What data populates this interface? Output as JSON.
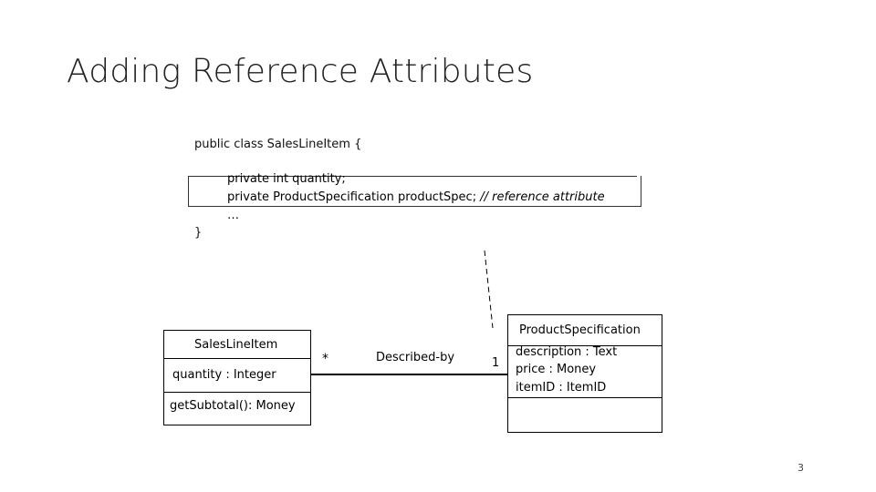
{
  "slide": {
    "title": "Adding Reference Attributes",
    "page_number": "3"
  },
  "code": {
    "class_decl": "public class SalesLineItem {",
    "line1": "private int quantity;",
    "line2_code": "private ProductSpecification productSpec; ",
    "line2_comment": "// reference attribute",
    "line3": "…",
    "closing_brace": "}"
  },
  "uml": {
    "sales_line_item": {
      "name": "SalesLineItem",
      "attribute": "quantity : Integer",
      "operation": "getSubtotal(): Money"
    },
    "product_specification": {
      "name": "ProductSpecification",
      "attributes": [
        "description : Text",
        "price : Money",
        "itemID : ItemID"
      ]
    },
    "association": {
      "label": "Described-by",
      "left_multiplicity": "*",
      "right_multiplicity": "1"
    }
  }
}
